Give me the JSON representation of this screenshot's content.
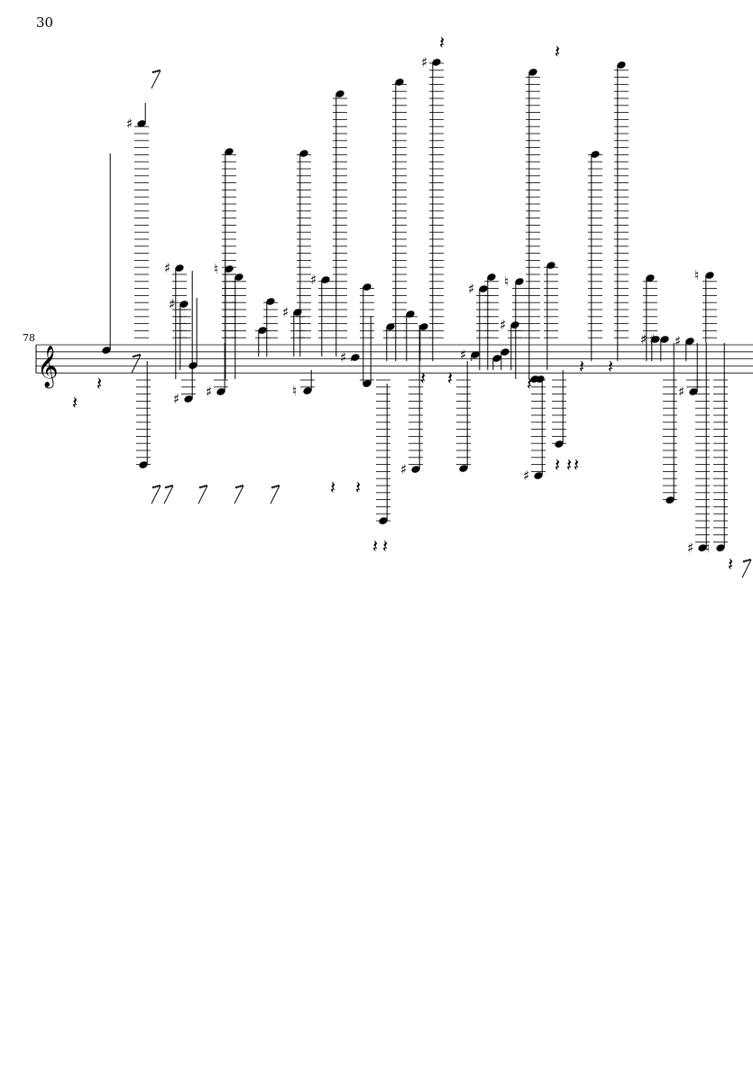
{
  "page": {
    "page_number": "30",
    "measure_number": "78"
  },
  "score": {
    "clef": "treble",
    "staff_lines": 5,
    "colors": {
      "ink": "#000000",
      "paper": "#ffffff"
    },
    "glyphs": {
      "sharp": "♯",
      "natural": "♮",
      "quarter_rest": "𝄽",
      "treble_clef": "𝄞"
    }
  }
}
